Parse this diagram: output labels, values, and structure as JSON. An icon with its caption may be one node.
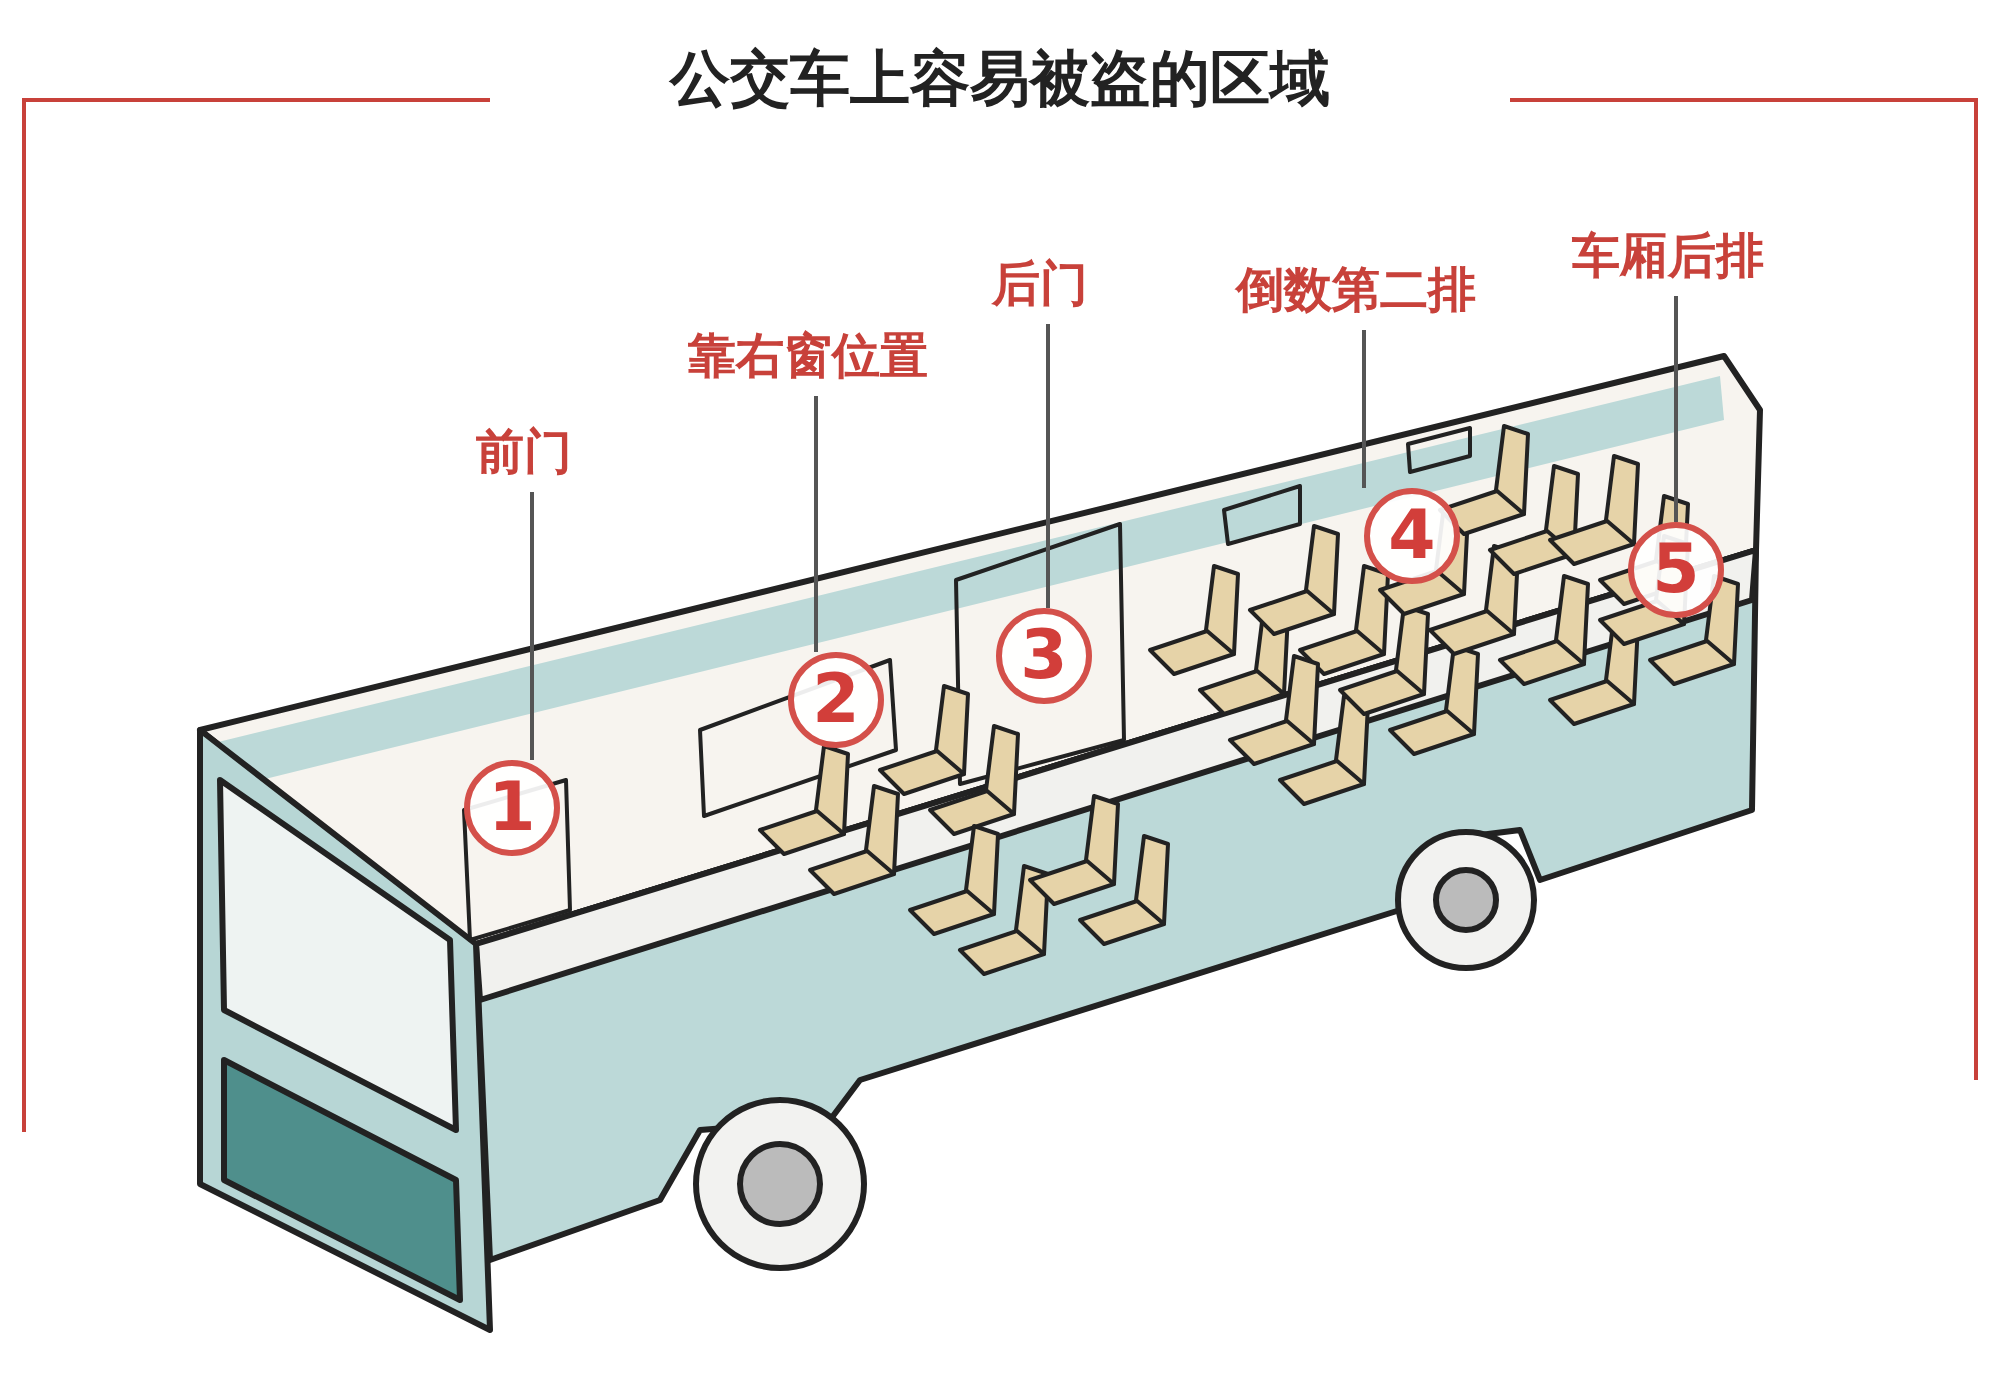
{
  "diagram": {
    "title": "公交车上容易被盗的区域",
    "nodes": [
      {
        "text": [
          "前门"
        ]
      },
      {
        "text": [
          "1"
        ]
      },
      {
        "text": [
          "靠右窗位置"
        ]
      },
      {
        "text": [
          "2"
        ]
      },
      {
        "text": [
          "后门"
        ]
      },
      {
        "text": [
          "3"
        ]
      },
      {
        "text": [
          "倒数第二排"
        ]
      },
      {
        "text": [
          "4"
        ]
      },
      {
        "text": [
          "车厢后排"
        ]
      },
      {
        "text": [
          "5"
        ]
      }
    ],
    "edges": [
      {
        "from": 0,
        "to": 1,
        "arrow": "none"
      },
      {
        "from": 2,
        "to": 3,
        "arrow": "none"
      },
      {
        "from": 4,
        "to": 5,
        "arrow": "none"
      },
      {
        "from": 6,
        "to": 7,
        "arrow": "none"
      },
      {
        "from": 8,
        "to": 9,
        "arrow": "none"
      }
    ]
  }
}
